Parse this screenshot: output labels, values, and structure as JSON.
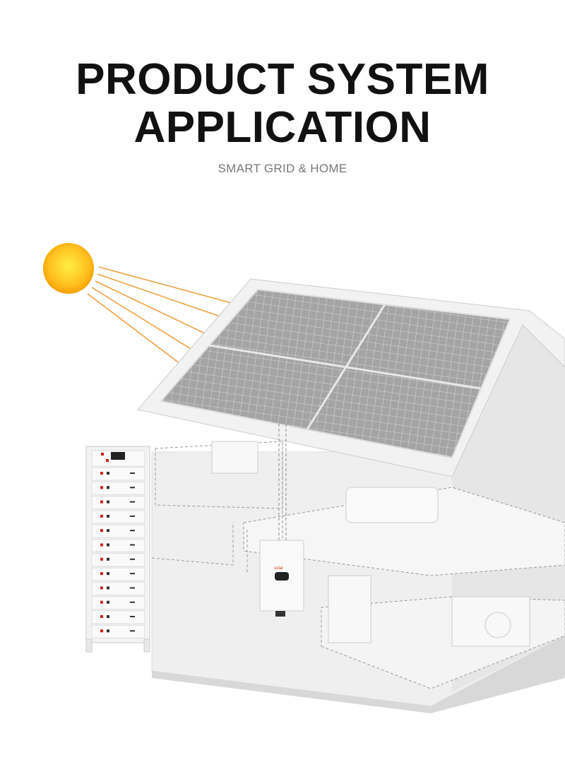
{
  "header": {
    "title_line1": "PRODUCT SYSTEM",
    "title_line2": "APPLICATION",
    "subtitle": "SMART GRID & HOME"
  },
  "inverter": {
    "logo_text": "solar"
  },
  "colors": {
    "sun": "#ffb400",
    "sun_ray": "#f0a040",
    "panel": "#9a9a9a",
    "house": "#ececec",
    "battery_indicator": "#d0201c"
  },
  "battery": {
    "module_count": 12
  }
}
